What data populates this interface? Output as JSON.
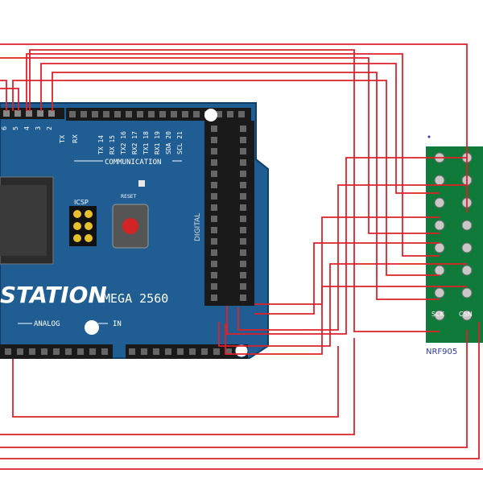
{
  "board": {
    "brand": "STATION",
    "model": "MEGA 2560",
    "communication_label": "COMMUNICATION",
    "analog_label": "ANALOG",
    "analog_in": "IN",
    "digital_label": "DIGITAL",
    "icsp_label": "ICSP",
    "reset_label": "RESET",
    "tx_rx_labels": [
      "TX 14",
      "RX 15",
      "TX2 16",
      "RX2 17",
      "TX1 18",
      "RX1 19",
      "SDA 20",
      "SCL 21"
    ],
    "top_pin_numbers": [
      "6",
      "5",
      "4",
      "3",
      "2"
    ],
    "tx_label": "TX",
    "rx_label": "RX",
    "colors": {
      "board": "#1f5d93",
      "header": "#1a1a1a",
      "wire": "#e0202a",
      "module": "#0f7a3a",
      "pin": "#c8c8c8"
    }
  },
  "module": {
    "name": "NRF905",
    "pin_labels": [
      "SCK",
      "CSN"
    ],
    "colors": {
      "pcb": "#0f7a3a"
    }
  }
}
